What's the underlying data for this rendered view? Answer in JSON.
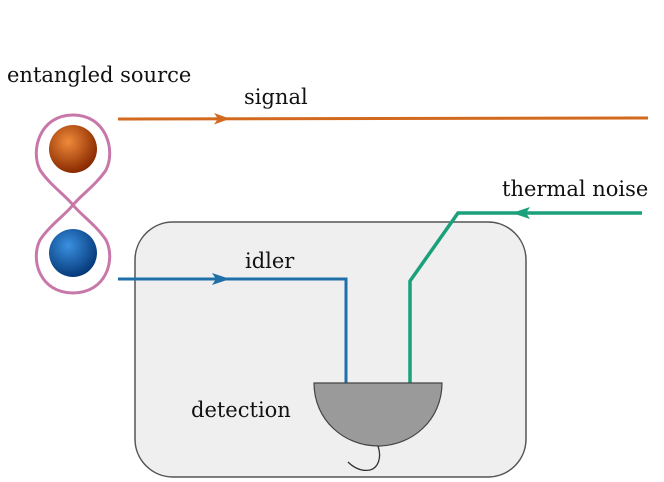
{
  "labels": {
    "entangled_source": "entangled source",
    "signal": "signal",
    "thermal_noise": "thermal noise",
    "idler": "idler",
    "detection": "detection"
  },
  "colors": {
    "signal": "#d2691e",
    "idler": "#1f6fa8",
    "thermal_noise": "#1aa07a",
    "source_loop": "#c878a8",
    "box_fill": "#efefef",
    "box_stroke": "#555555",
    "detector_fill": "#9a9a9a",
    "signal_photon": "#c04a00",
    "idler_photon": "#0d5aa0"
  }
}
